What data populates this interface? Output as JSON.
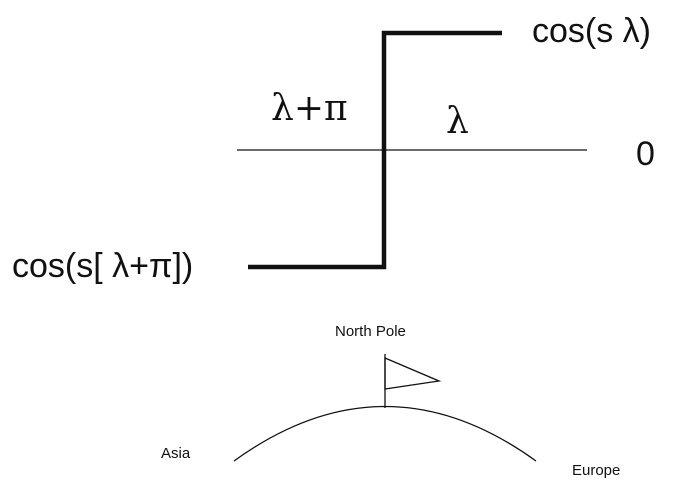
{
  "step_diagram": {
    "label_upper": "cos(s λ)",
    "label_lower": "cos(s[ λ+π])",
    "label_left_region": "λ+π",
    "label_right_region": "λ",
    "label_zero": "0"
  },
  "globe_diagram": {
    "label_pole": "North Pole",
    "label_left": "Asia",
    "label_right": "Europe"
  }
}
